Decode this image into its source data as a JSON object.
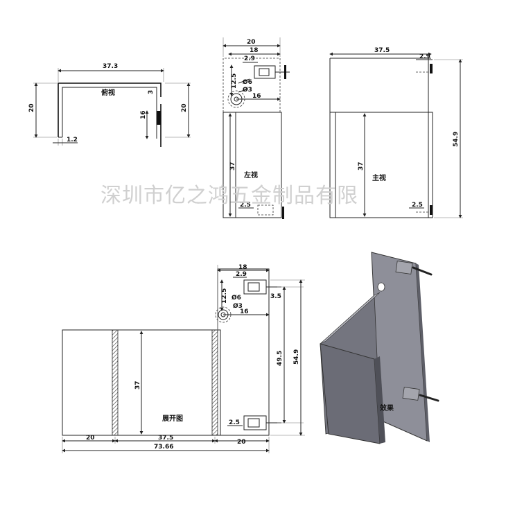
{
  "watermark": "深圳市亿之鸿五金制品有限",
  "views": {
    "top": {
      "caption": "俯视",
      "dims": {
        "width": "37.3",
        "height_left": "20",
        "height_right": "20",
        "thickness": "1.2",
        "pin_len": "16",
        "pin_offset": "3"
      }
    },
    "left": {
      "caption": "左视",
      "dims": {
        "outer": "20",
        "inner": "18",
        "tab": "2.9",
        "hole_y": "12.5",
        "hole_big": "Ø6",
        "hole_small": "Ø3",
        "hole_x": "16",
        "height": "37",
        "tab_bottom": "2.5"
      }
    },
    "front": {
      "caption": "主视",
      "dims": {
        "width": "37.5",
        "tab_top": "2.9",
        "height": "37",
        "total_height": "54.9",
        "tab_bottom": "2.5"
      }
    },
    "flat": {
      "caption": "展开图",
      "dims": {
        "top_width": "18",
        "tab": "2.9",
        "hole_y": "12.5",
        "hole_big": "Ø6",
        "hole_small": "Ø3",
        "hole_x": "16",
        "tab_offset": "3.5",
        "height": "37",
        "pin_span": "49.5",
        "total_height": "54.9",
        "tab_bottom": "2.5",
        "seg_left": "20",
        "seg_mid": "37.5",
        "seg_right": "20",
        "total_width": "73.66"
      }
    },
    "iso": {
      "caption": "效果"
    }
  }
}
